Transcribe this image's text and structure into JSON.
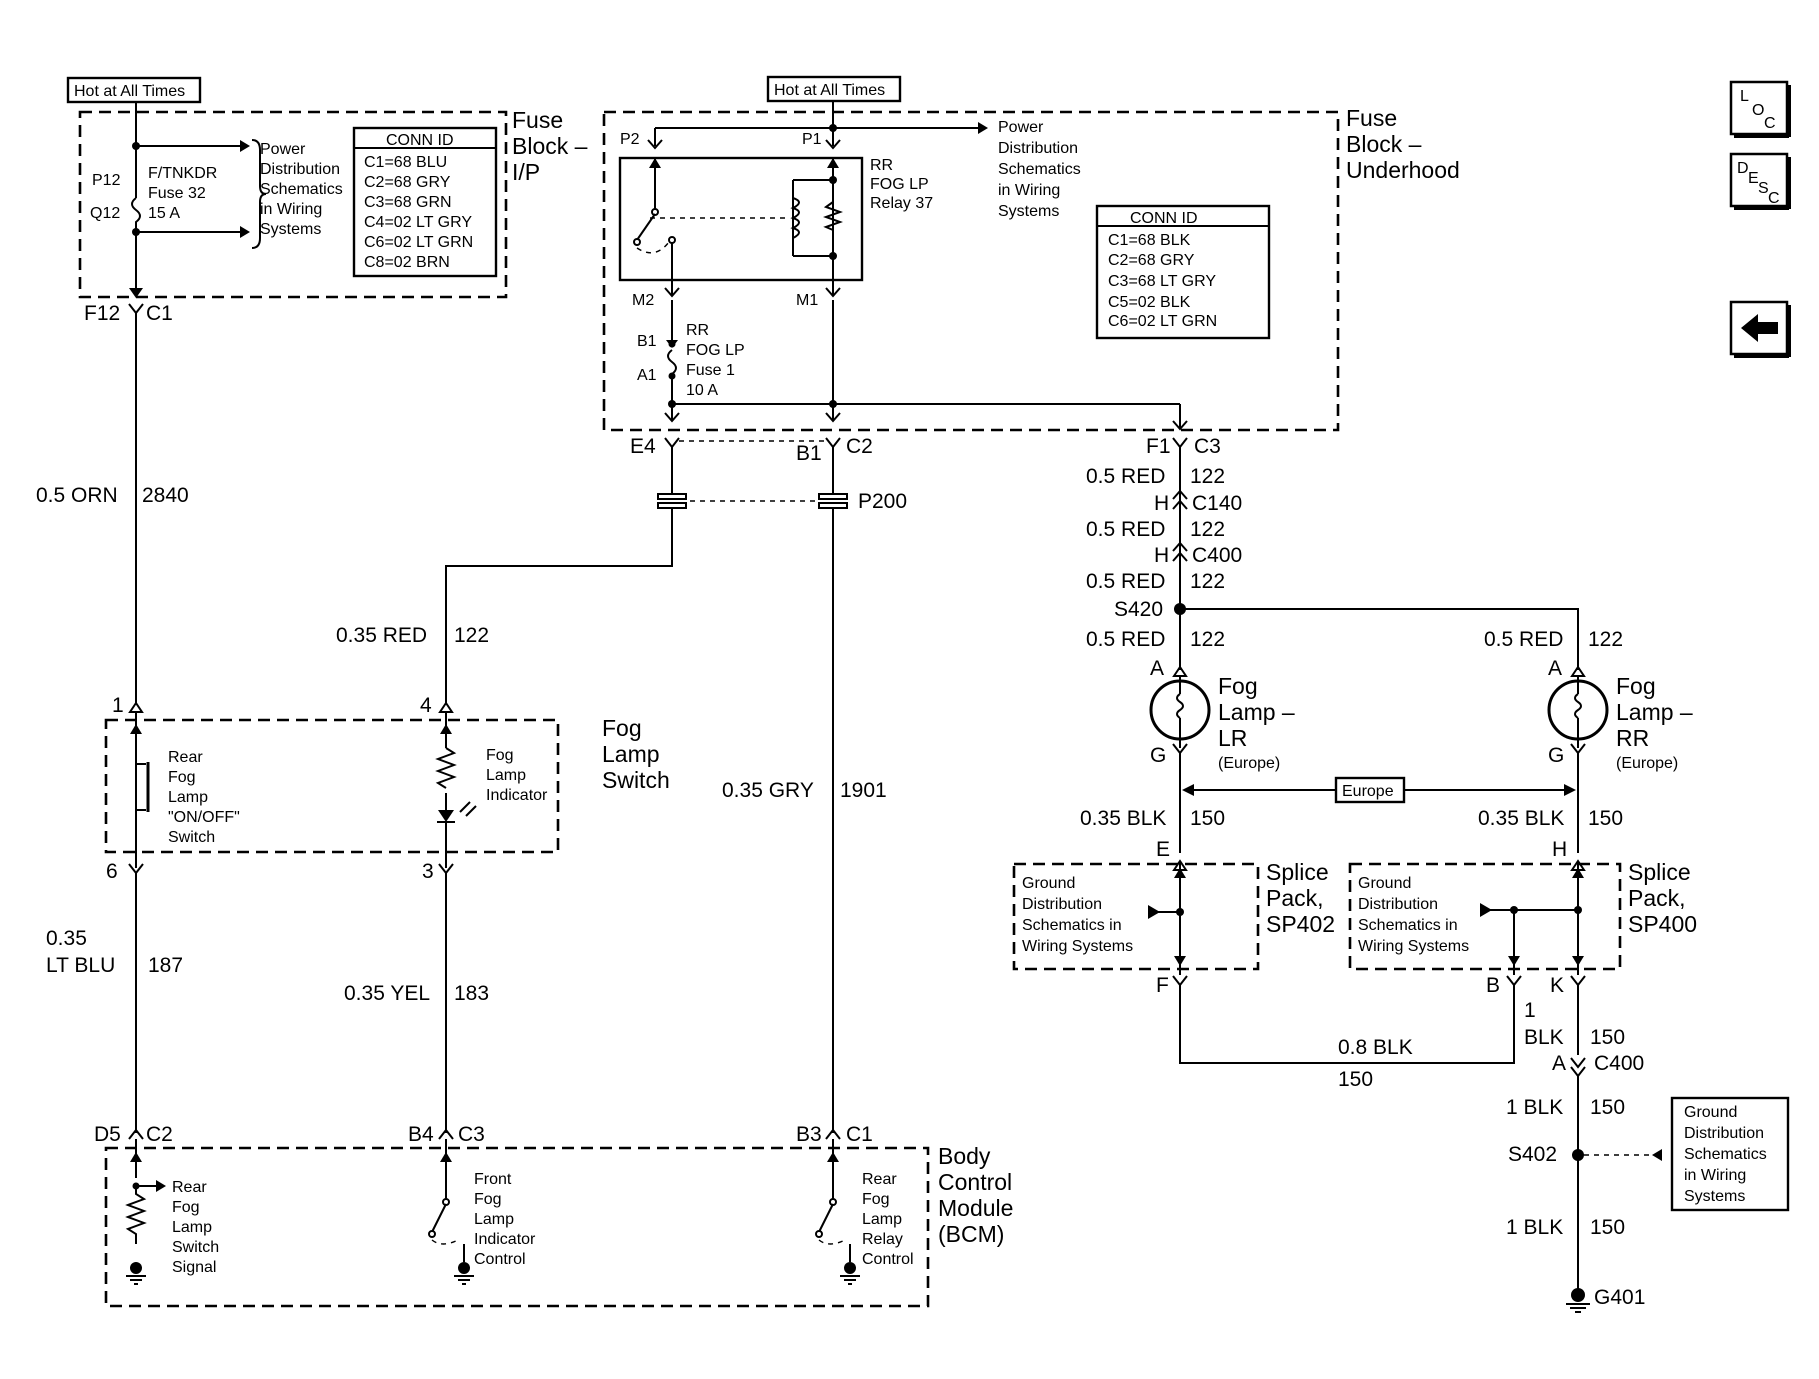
{
  "header": {
    "hot_left": "Hot at All Times",
    "hot_mid": "Hot at All Times"
  },
  "nav": {
    "loc": [
      "L",
      "O",
      "C"
    ],
    "desc": [
      "D",
      "E",
      "S",
      "C"
    ],
    "back_icon": "left-arrow-icon"
  },
  "fuse_ip": {
    "title": [
      "Fuse",
      "Block –",
      "I/P"
    ],
    "p12": "P12",
    "q12": "Q12",
    "fuse": [
      "F/TNKDR",
      "Fuse 32",
      "15 A"
    ],
    "power_ref": [
      "Power",
      "Distribution",
      "Schematics",
      "in Wiring",
      "Systems"
    ],
    "conn_title": "CONN ID",
    "conn": [
      "C1=68 BLU",
      "C2=68 GRY",
      "C3=68 GRN",
      "C4=02 LT GRY",
      "C6=02 LT GRN",
      "C8=02 BRN"
    ],
    "pin_f12": "F12",
    "pin_c1": "C1"
  },
  "fuse_uh": {
    "title": [
      "Fuse",
      "Block –",
      "Underhood"
    ],
    "p2": "P2",
    "p1": "P1",
    "m2": "M2",
    "m1": "M1",
    "relay": [
      "RR",
      "FOG LP",
      "Relay 37"
    ],
    "power_ref": [
      "Power",
      "Distribution",
      "Schematics",
      "in Wiring",
      "Systems"
    ],
    "b1": "B1",
    "a1": "A1",
    "fuse": [
      "RR",
      "FOG LP",
      "Fuse 1",
      "10 A"
    ],
    "conn_title": "CONN ID",
    "conn": [
      "C1=68 BLK",
      "C2=68 GRY",
      "C3=68 LT GRY",
      "C5=02 BLK",
      "C6=02 LT GRN"
    ],
    "e4": "E4",
    "b1c2": [
      "B1",
      "C2"
    ],
    "f1c3": [
      "F1",
      "C3"
    ]
  },
  "wires": {
    "w2840": [
      "0.5 ORN",
      "2840"
    ],
    "p200": "P200",
    "red122_sw": [
      "0.35 RED",
      "122"
    ],
    "gry1901": [
      "0.35 GRY",
      "1901"
    ],
    "lt_blu": [
      "0.35",
      "LT BLU",
      "187"
    ],
    "yel183": [
      "0.35 YEL",
      "183"
    ],
    "r1": [
      "0.5 RED",
      "122"
    ],
    "c140": [
      "H",
      "C140"
    ],
    "r2": [
      "0.5 RED",
      "122"
    ],
    "c400a": [
      "H",
      "C400"
    ],
    "r3": [
      "0.5 RED",
      "122"
    ],
    "s420": "S420",
    "r4": [
      "0.5 RED",
      "122"
    ],
    "r5": [
      "0.5 RED",
      "122"
    ],
    "blk_lr": [
      "0.35 BLK",
      "150"
    ],
    "blk_rr": [
      "0.35 BLK",
      "150"
    ],
    "europe": "Europe",
    "blk08": [
      "0.8 BLK",
      "150"
    ],
    "blk1a": [
      "1",
      "BLK",
      "150"
    ],
    "c400b": [
      "A",
      "C400"
    ],
    "blk1b": [
      "1 BLK",
      "150"
    ],
    "s402": "S402",
    "blk1c": [
      "1 BLK",
      "150"
    ],
    "g401": "G401"
  },
  "switch": {
    "title": [
      "Fog",
      "Lamp",
      "Switch"
    ],
    "pin1": "1",
    "pin4": "4",
    "pin6": "6",
    "pin3": "3",
    "rear": [
      "Rear",
      "Fog",
      "Lamp",
      "\"ON/OFF\"",
      "Switch"
    ],
    "ind": [
      "Fog",
      "Lamp",
      "Indicator"
    ]
  },
  "lamps": {
    "lr": {
      "a": "A",
      "g": "G",
      "name": [
        "Fog",
        "Lamp –",
        "LR"
      ],
      "note": "(Europe)"
    },
    "rr": {
      "a": "A",
      "g": "G",
      "name": [
        "Fog",
        "Lamp –",
        "RR"
      ],
      "note": "(Europe)"
    }
  },
  "splice": {
    "sp402": {
      "title": [
        "Splice",
        "Pack,",
        "SP402"
      ],
      "e": "E",
      "f": "F",
      "ref": [
        "Ground",
        "Distribution",
        "Schematics in",
        "Wiring Systems"
      ]
    },
    "sp400": {
      "title": [
        "Splice",
        "Pack,",
        "SP400"
      ],
      "h": "H",
      "b": "B",
      "k": "K",
      "ref": [
        "Ground",
        "Distribution",
        "Schematics in",
        "Wiring Systems"
      ]
    }
  },
  "ground_ref": [
    "Ground",
    "Distribution",
    "Schematics",
    "in Wiring",
    "Systems"
  ],
  "bcm": {
    "title": [
      "Body",
      "Control",
      "Module",
      "(BCM)"
    ],
    "d5c2": [
      "D5",
      "C2"
    ],
    "b4c3": [
      "B4",
      "C3"
    ],
    "b3c1": [
      "B3",
      "C1"
    ],
    "rear_sig": [
      "Rear",
      "Fog",
      "Lamp",
      "Switch",
      "Signal"
    ],
    "front_ind": [
      "Front",
      "Fog",
      "Lamp",
      "Indicator",
      "Control"
    ],
    "rear_relay": [
      "Rear",
      "Fog",
      "Lamp",
      "Relay",
      "Control"
    ]
  }
}
